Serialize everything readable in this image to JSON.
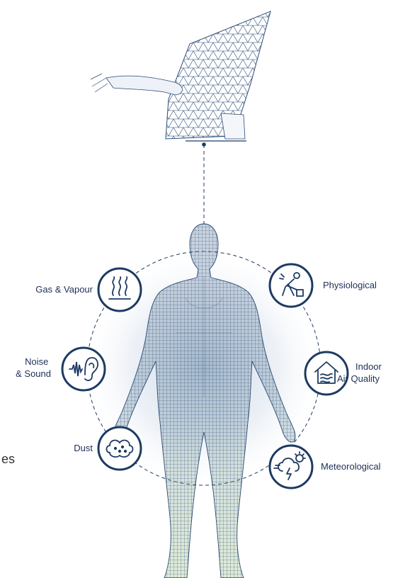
{
  "colors": {
    "navy": "#1d3a63",
    "mesh_top": "#26467a",
    "mesh_bottom": "#6fa552",
    "halo": "#cfd9e6",
    "label": "#1d2f57"
  },
  "icons": [
    {
      "id": "gas",
      "icon": "gas-vapour-icon",
      "lines": [
        "Gas & Vapour"
      ]
    },
    {
      "id": "noise",
      "icon": "ear-sound-icon",
      "lines": [
        "Noise",
        "& Sound"
      ]
    },
    {
      "id": "dust",
      "icon": "dust-cloud-icon",
      "lines": [
        "Dust"
      ]
    },
    {
      "id": "physio",
      "icon": "worker-lifting-icon",
      "lines": [
        "Physiological"
      ]
    },
    {
      "id": "indoor",
      "icon": "house-air-icon",
      "lines": [
        "Indoor",
        "Air Quality"
      ]
    },
    {
      "id": "meteo",
      "icon": "storm-cloud-icon",
      "lines": [
        "Meteorological"
      ]
    }
  ],
  "cutoff_text": "es"
}
